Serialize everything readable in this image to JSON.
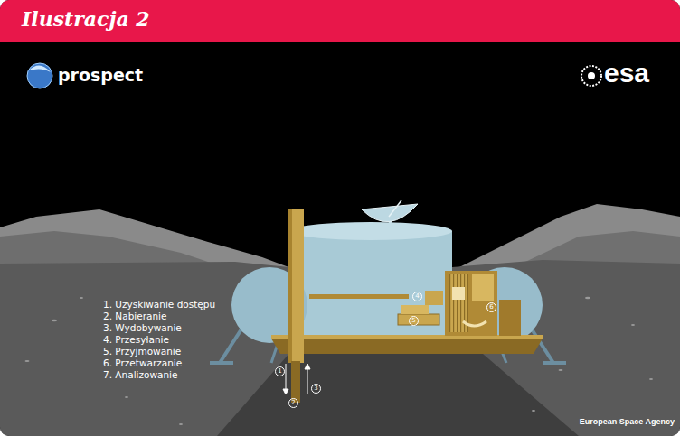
{
  "diagram": {
    "title": "Ilustracja 2",
    "labels": [
      "prospect",
      "esa",
      "1. Uzyskiwanie dostępu",
      "2. Nabieranie",
      "3. Wydobywanie",
      "4. Przesyłanie",
      "5. Przyjmowanie",
      "6. Przetwarzanie",
      "7. Analizowanie",
      "1",
      "2",
      "3",
      "4",
      "5",
      "6",
      "European Space Agency"
    ]
  }
}
